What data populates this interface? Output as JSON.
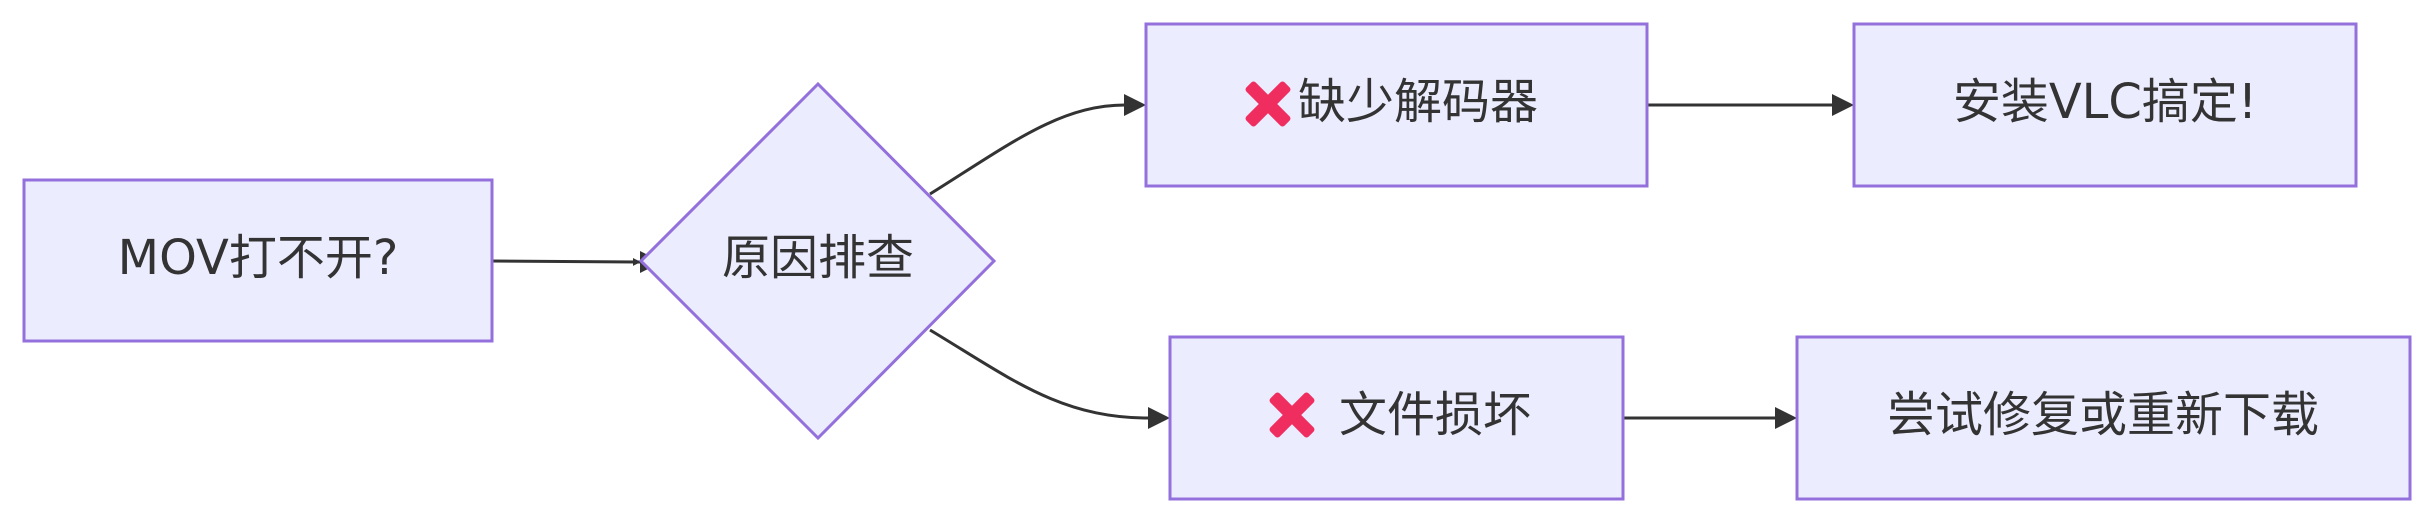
{
  "nodes": {
    "start": {
      "label": "MOV打不开?"
    },
    "decision": {
      "label": "原因排查"
    },
    "codec": {
      "icon": "cross-mark-icon",
      "label": "缺少解码器"
    },
    "install": {
      "label": "安装VLC搞定!"
    },
    "corrupt": {
      "icon": "cross-mark-icon",
      "label": "文件损坏"
    },
    "repair": {
      "label": "尝试修复或重新下载"
    }
  },
  "colors": {
    "node_fill": "#ececff",
    "node_stroke": "#9370db",
    "edge": "#333333",
    "text": "#333333",
    "cross": "#ef2d5e"
  }
}
